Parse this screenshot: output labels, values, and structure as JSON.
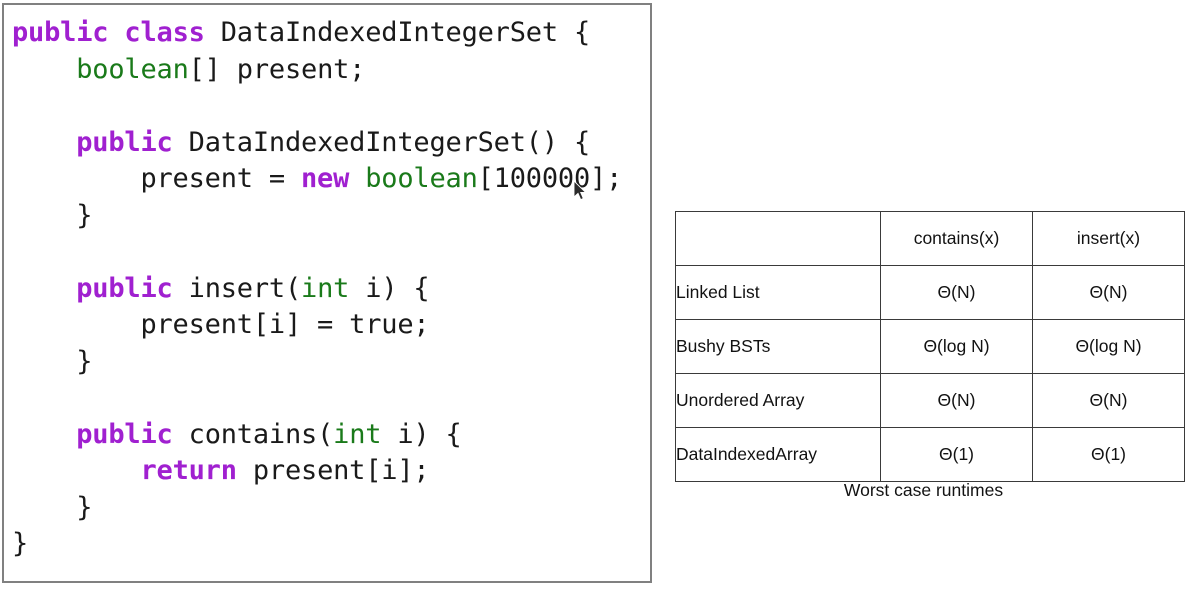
{
  "code_panel": {
    "language": "java",
    "lines": [
      [
        {
          "t": "public",
          "c": "kw"
        },
        {
          "t": " ",
          "c": "pln"
        },
        {
          "t": "class",
          "c": "kw"
        },
        {
          "t": " DataIndexedIntegerSet {",
          "c": "pln"
        }
      ],
      [
        {
          "t": "    ",
          "c": "pln"
        },
        {
          "t": "boolean",
          "c": "typ"
        },
        {
          "t": "[] present;",
          "c": "pln"
        }
      ],
      [
        {
          "t": "",
          "c": "pln"
        }
      ],
      [
        {
          "t": "    ",
          "c": "pln"
        },
        {
          "t": "public",
          "c": "kw"
        },
        {
          "t": " DataIndexedIntegerSet() {",
          "c": "pln"
        }
      ],
      [
        {
          "t": "        present = ",
          "c": "pln"
        },
        {
          "t": "new",
          "c": "kw"
        },
        {
          "t": " ",
          "c": "pln"
        },
        {
          "t": "boolean",
          "c": "typ"
        },
        {
          "t": "[100000];",
          "c": "pln"
        }
      ],
      [
        {
          "t": "    }",
          "c": "pln"
        }
      ],
      [
        {
          "t": "",
          "c": "pln"
        }
      ],
      [
        {
          "t": "    ",
          "c": "pln"
        },
        {
          "t": "public",
          "c": "kw"
        },
        {
          "t": " insert(",
          "c": "pln"
        },
        {
          "t": "int",
          "c": "typ"
        },
        {
          "t": " i) {",
          "c": "pln"
        }
      ],
      [
        {
          "t": "        present[i] = true;",
          "c": "pln"
        }
      ],
      [
        {
          "t": "    }",
          "c": "pln"
        }
      ],
      [
        {
          "t": "",
          "c": "pln"
        }
      ],
      [
        {
          "t": "    ",
          "c": "pln"
        },
        {
          "t": "public",
          "c": "kw"
        },
        {
          "t": " contains(",
          "c": "pln"
        },
        {
          "t": "int",
          "c": "typ"
        },
        {
          "t": " i) {",
          "c": "pln"
        }
      ],
      [
        {
          "t": "        ",
          "c": "pln"
        },
        {
          "t": "return",
          "c": "kw"
        },
        {
          "t": " present[i];",
          "c": "pln"
        }
      ],
      [
        {
          "t": "    }",
          "c": "pln"
        }
      ],
      [
        {
          "t": "}",
          "c": "pln"
        }
      ]
    ],
    "colors": {
      "keyword": "#a020d0",
      "type": "#1a7a1a",
      "plain": "#1a1a1a",
      "border": "#808080",
      "background": "#ffffff"
    }
  },
  "runtime_table": {
    "caption": "Worst case runtimes",
    "corner_label": "",
    "columns": [
      "contains(x)",
      "insert(x)"
    ],
    "rows": [
      {
        "label": "Linked List",
        "values": [
          "Θ(N)",
          "Θ(N)"
        ]
      },
      {
        "label": "Bushy BSTs",
        "values": [
          "Θ(log N)",
          "Θ(log N)"
        ]
      },
      {
        "label": "Unordered Array",
        "values": [
          "Θ(N)",
          "Θ(N)"
        ]
      },
      {
        "label": "DataIndexedArray",
        "values": [
          "Θ(1)",
          "Θ(1)"
        ]
      }
    ],
    "border_color": "#3a3a3a"
  }
}
